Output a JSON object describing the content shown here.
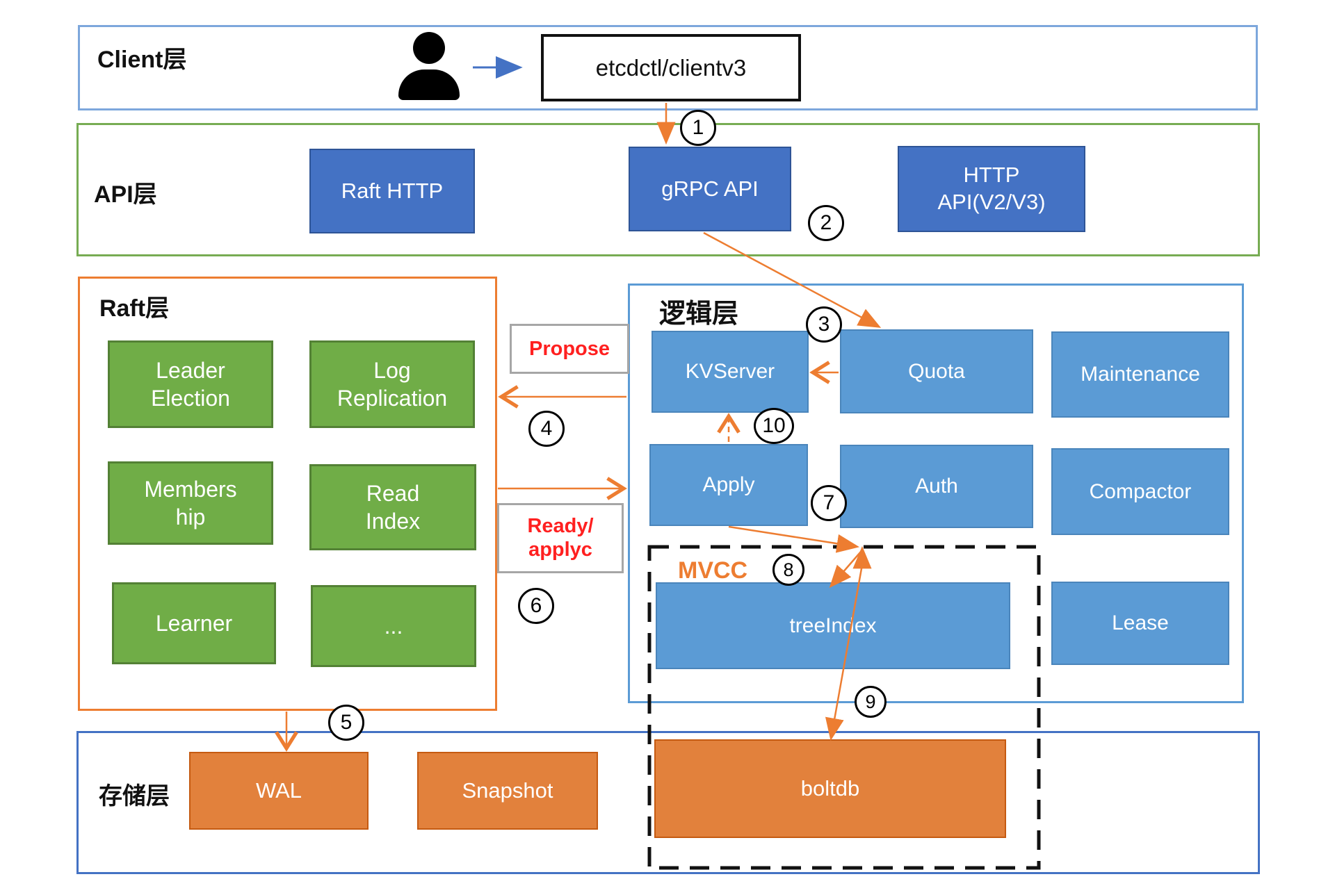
{
  "layers": {
    "client": {
      "label": "Client层"
    },
    "api": {
      "label": "API层"
    },
    "raft": {
      "label": "Raft层"
    },
    "logic": {
      "label": "逻辑层"
    },
    "storage": {
      "label": "存储层"
    }
  },
  "client": {
    "etcdctl": "etcdctl/clientv3"
  },
  "api": {
    "raft_http": "Raft HTTP",
    "grpc_api": "gRPC API",
    "http_api": "HTTP API(V2/V3)"
  },
  "raft": {
    "leader_election": "Leader Election",
    "log_replication": "Log Replication",
    "membership": "Membership",
    "read_index": "Read Index",
    "learner": "Learner",
    "ellipsis": "..."
  },
  "logic": {
    "kvserver": "KVServer",
    "quota": "Quota",
    "maintenance": "Maintenance",
    "apply": "Apply",
    "auth": "Auth",
    "compactor": "Compactor",
    "lease": "Lease",
    "mvcc": "MVCC",
    "treeindex": "treeIndex"
  },
  "storage": {
    "wal": "WAL",
    "snapshot": "Snapshot",
    "boltdb": "boltdb"
  },
  "channels": {
    "propose": "Propose",
    "ready_line1": "Ready/",
    "ready_line2": "applyc"
  },
  "steps": [
    "1",
    "2",
    "3",
    "4",
    "5",
    "6",
    "7",
    "8",
    "9",
    "10"
  ],
  "colors": {
    "arrow_orange": "#ED7D31",
    "green_fill": "#70AD47",
    "blue_dark_fill": "#4472C4",
    "blue_light_fill": "#5B9BD5",
    "orange_fill": "#E2813C",
    "red_label": "#FF2020",
    "channel_border_gray": "#A6A6A6"
  }
}
